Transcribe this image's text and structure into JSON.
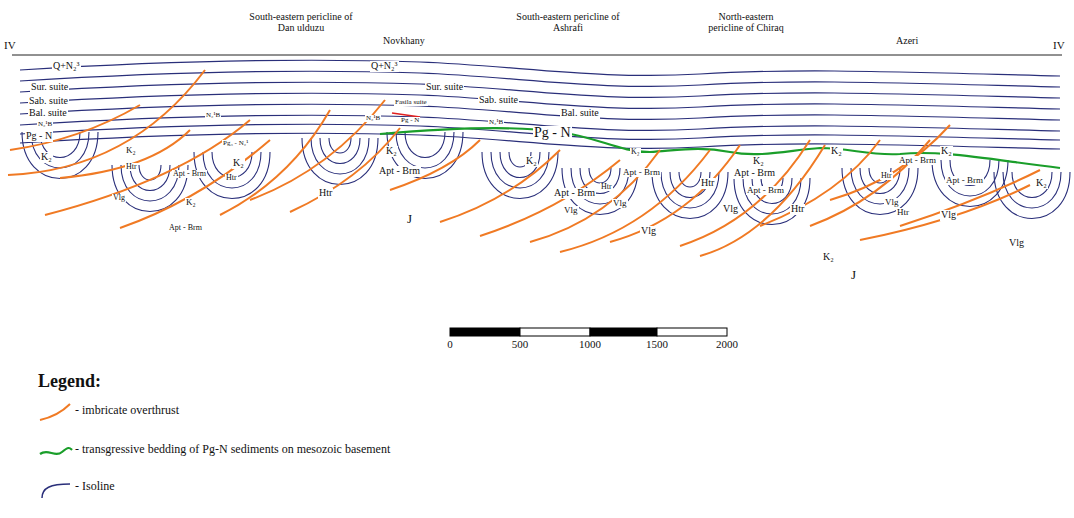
{
  "diagram": {
    "labels": [
      "IV",
      "IV",
      "South-eastern pericline of Dan ulduzu",
      "Novkhany",
      "South-eastern pericline of Ashrafi",
      "North-eastern pericline of Chiraq",
      "Azeri",
      "Q+N₂³",
      "Q+N₂³",
      "Sur. suite",
      "Sur. suite",
      "Sab. suite",
      "Sab. suite",
      "Bal. suite",
      "Bal. suite",
      "Fasila suite",
      "N₂¹B",
      "N₂¹B",
      "N₂¹B",
      "N₂¹B",
      "Pg - N",
      "Pg - N",
      "Pg₃ - N₂¹",
      "Pg - N",
      "K₂",
      "K₂",
      "K₂",
      "K₂",
      "K₂",
      "K₂",
      "K₂",
      "K₂",
      "K₂",
      "K₂",
      "K₂",
      "K₂",
      "Htr",
      "Htr",
      "Htr",
      "Htr",
      "Htr",
      "Htr",
      "Htr",
      "Htr",
      "Apt - Brm",
      "Apt - Brm",
      "Apt - Brm",
      "Apt - Brm",
      "Apt - Brm",
      "Apt - Brm",
      "Apt - Brm",
      "Apt - Brm",
      "Apt - Brm",
      "Vlg",
      "Vlg",
      "Vlg",
      "Vlg",
      "Vlg",
      "Vlg",
      "Vlg",
      "Vlg",
      "J",
      "J",
      "0",
      "500",
      "1000",
      "1500",
      "2000",
      "Legend:"
    ],
    "legend": [
      {
        "text": "- imbricate overthrust"
      },
      {
        "text": "- transgressive bedding of Pg-N sediments on mesozoic basement"
      },
      {
        "text": "- Isoline"
      }
    ]
  }
}
